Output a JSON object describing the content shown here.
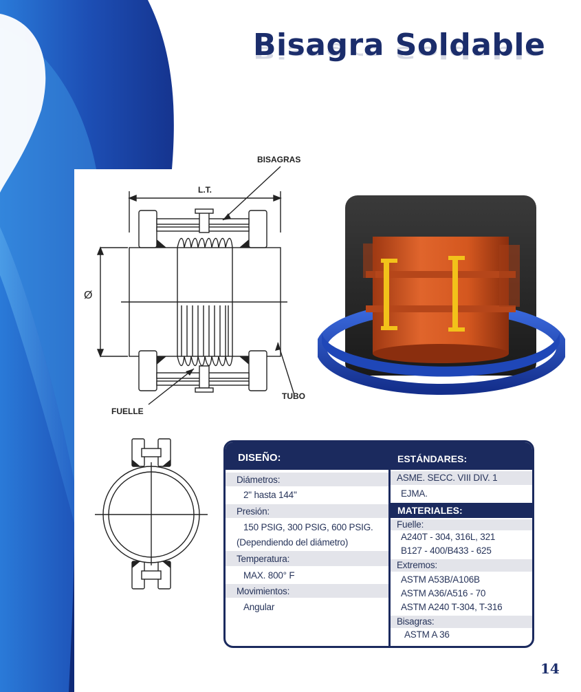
{
  "title": "Bisagra Soldable",
  "page_number": "14",
  "diagram": {
    "label_bisagras": "BISAGRAS",
    "label_lt": "L.T.",
    "label_diameter": "Ø",
    "label_fuelle": "FUELLE",
    "label_tubo": "TUBO"
  },
  "spec": {
    "design_header": "DISEÑO:",
    "standards_header": "ESTÁNDARES:",
    "materials_header": "MATERIALES:",
    "design": [
      {
        "label": "Diámetros:",
        "values": [
          "2\" hasta 144\""
        ]
      },
      {
        "label": "Presión:",
        "values": [
          "150 PSIG, 300 PSIG, 600 PSIG.",
          "(Dependiendo del diámetro)"
        ]
      },
      {
        "label": "Temperatura:",
        "values": [
          "MAX. 800° F"
        ]
      },
      {
        "label": "Movimientos:",
        "values": [
          "Angular"
        ]
      }
    ],
    "standards": [
      "ASME. SECC. VIII DIV. 1",
      "EJMA."
    ],
    "materials": [
      {
        "label": "Fuelle:",
        "values": [
          "A240T - 304, 316L, 321",
          "B127 - 400/B433 - 625"
        ]
      },
      {
        "label": "Extremos:",
        "values": [
          "ASTM A53B/A106B",
          "ASTM A36/A516 - 70",
          "ASTM A240 T-304, T-316"
        ]
      },
      {
        "label": "Bisagras:",
        "values": [
          "ASTM A 36"
        ]
      }
    ]
  },
  "colors": {
    "navy": "#1b2a5e",
    "blue": "#1f4fb8",
    "orange": "#d9561e",
    "yellow": "#f2c21a"
  }
}
